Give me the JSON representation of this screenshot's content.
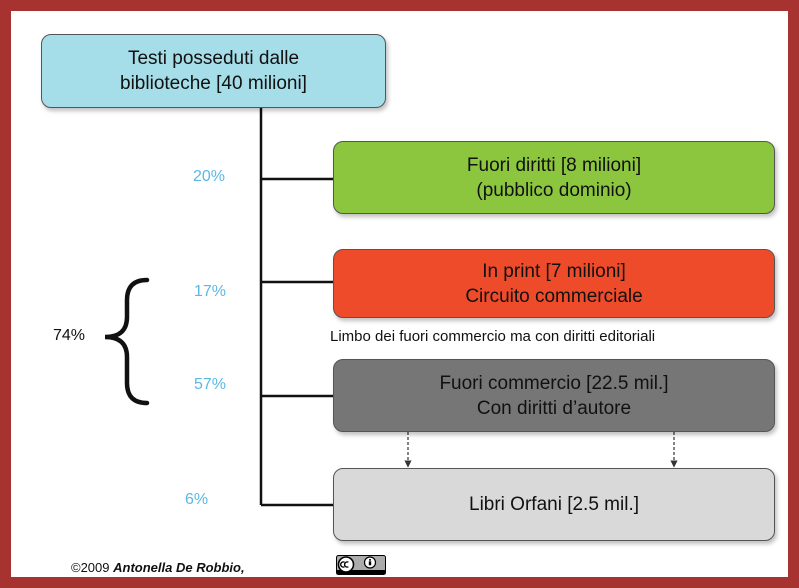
{
  "root": {
    "line1": "Testi posseduti dalle",
    "line2": "biblioteche [40 milioni]",
    "color": "#a5dde8"
  },
  "nodes": [
    {
      "id": "public-domain",
      "line1": "Fuori diritti [8 milioni]",
      "line2": "(pubblico dominio)",
      "percent": "20%",
      "color": "#8cc63f"
    },
    {
      "id": "in-print",
      "line1": "In print [7 milioni]",
      "line2": "Circuito commerciale",
      "percent": "17%",
      "color": "#ee4b2b"
    },
    {
      "id": "out-of-commerce",
      "line1": "Fuori commercio [22.5 mil.]",
      "line2": "Con diritti d’autore",
      "percent": "57%",
      "color": "#767676"
    },
    {
      "id": "orphan",
      "line1": "Libri Orfani [2.5 mil.]",
      "line2": "",
      "percent": "6%",
      "color": "#d9d9d9"
    }
  ],
  "limbo_note": "Limbo dei fuori commercio ma con diritti editoriali",
  "group_total": "74%",
  "credit": {
    "year": "©2009",
    "author": "Antonella De Robbio,"
  },
  "frame_color": "#a6332f",
  "percent_color": "#5bb8e3"
}
